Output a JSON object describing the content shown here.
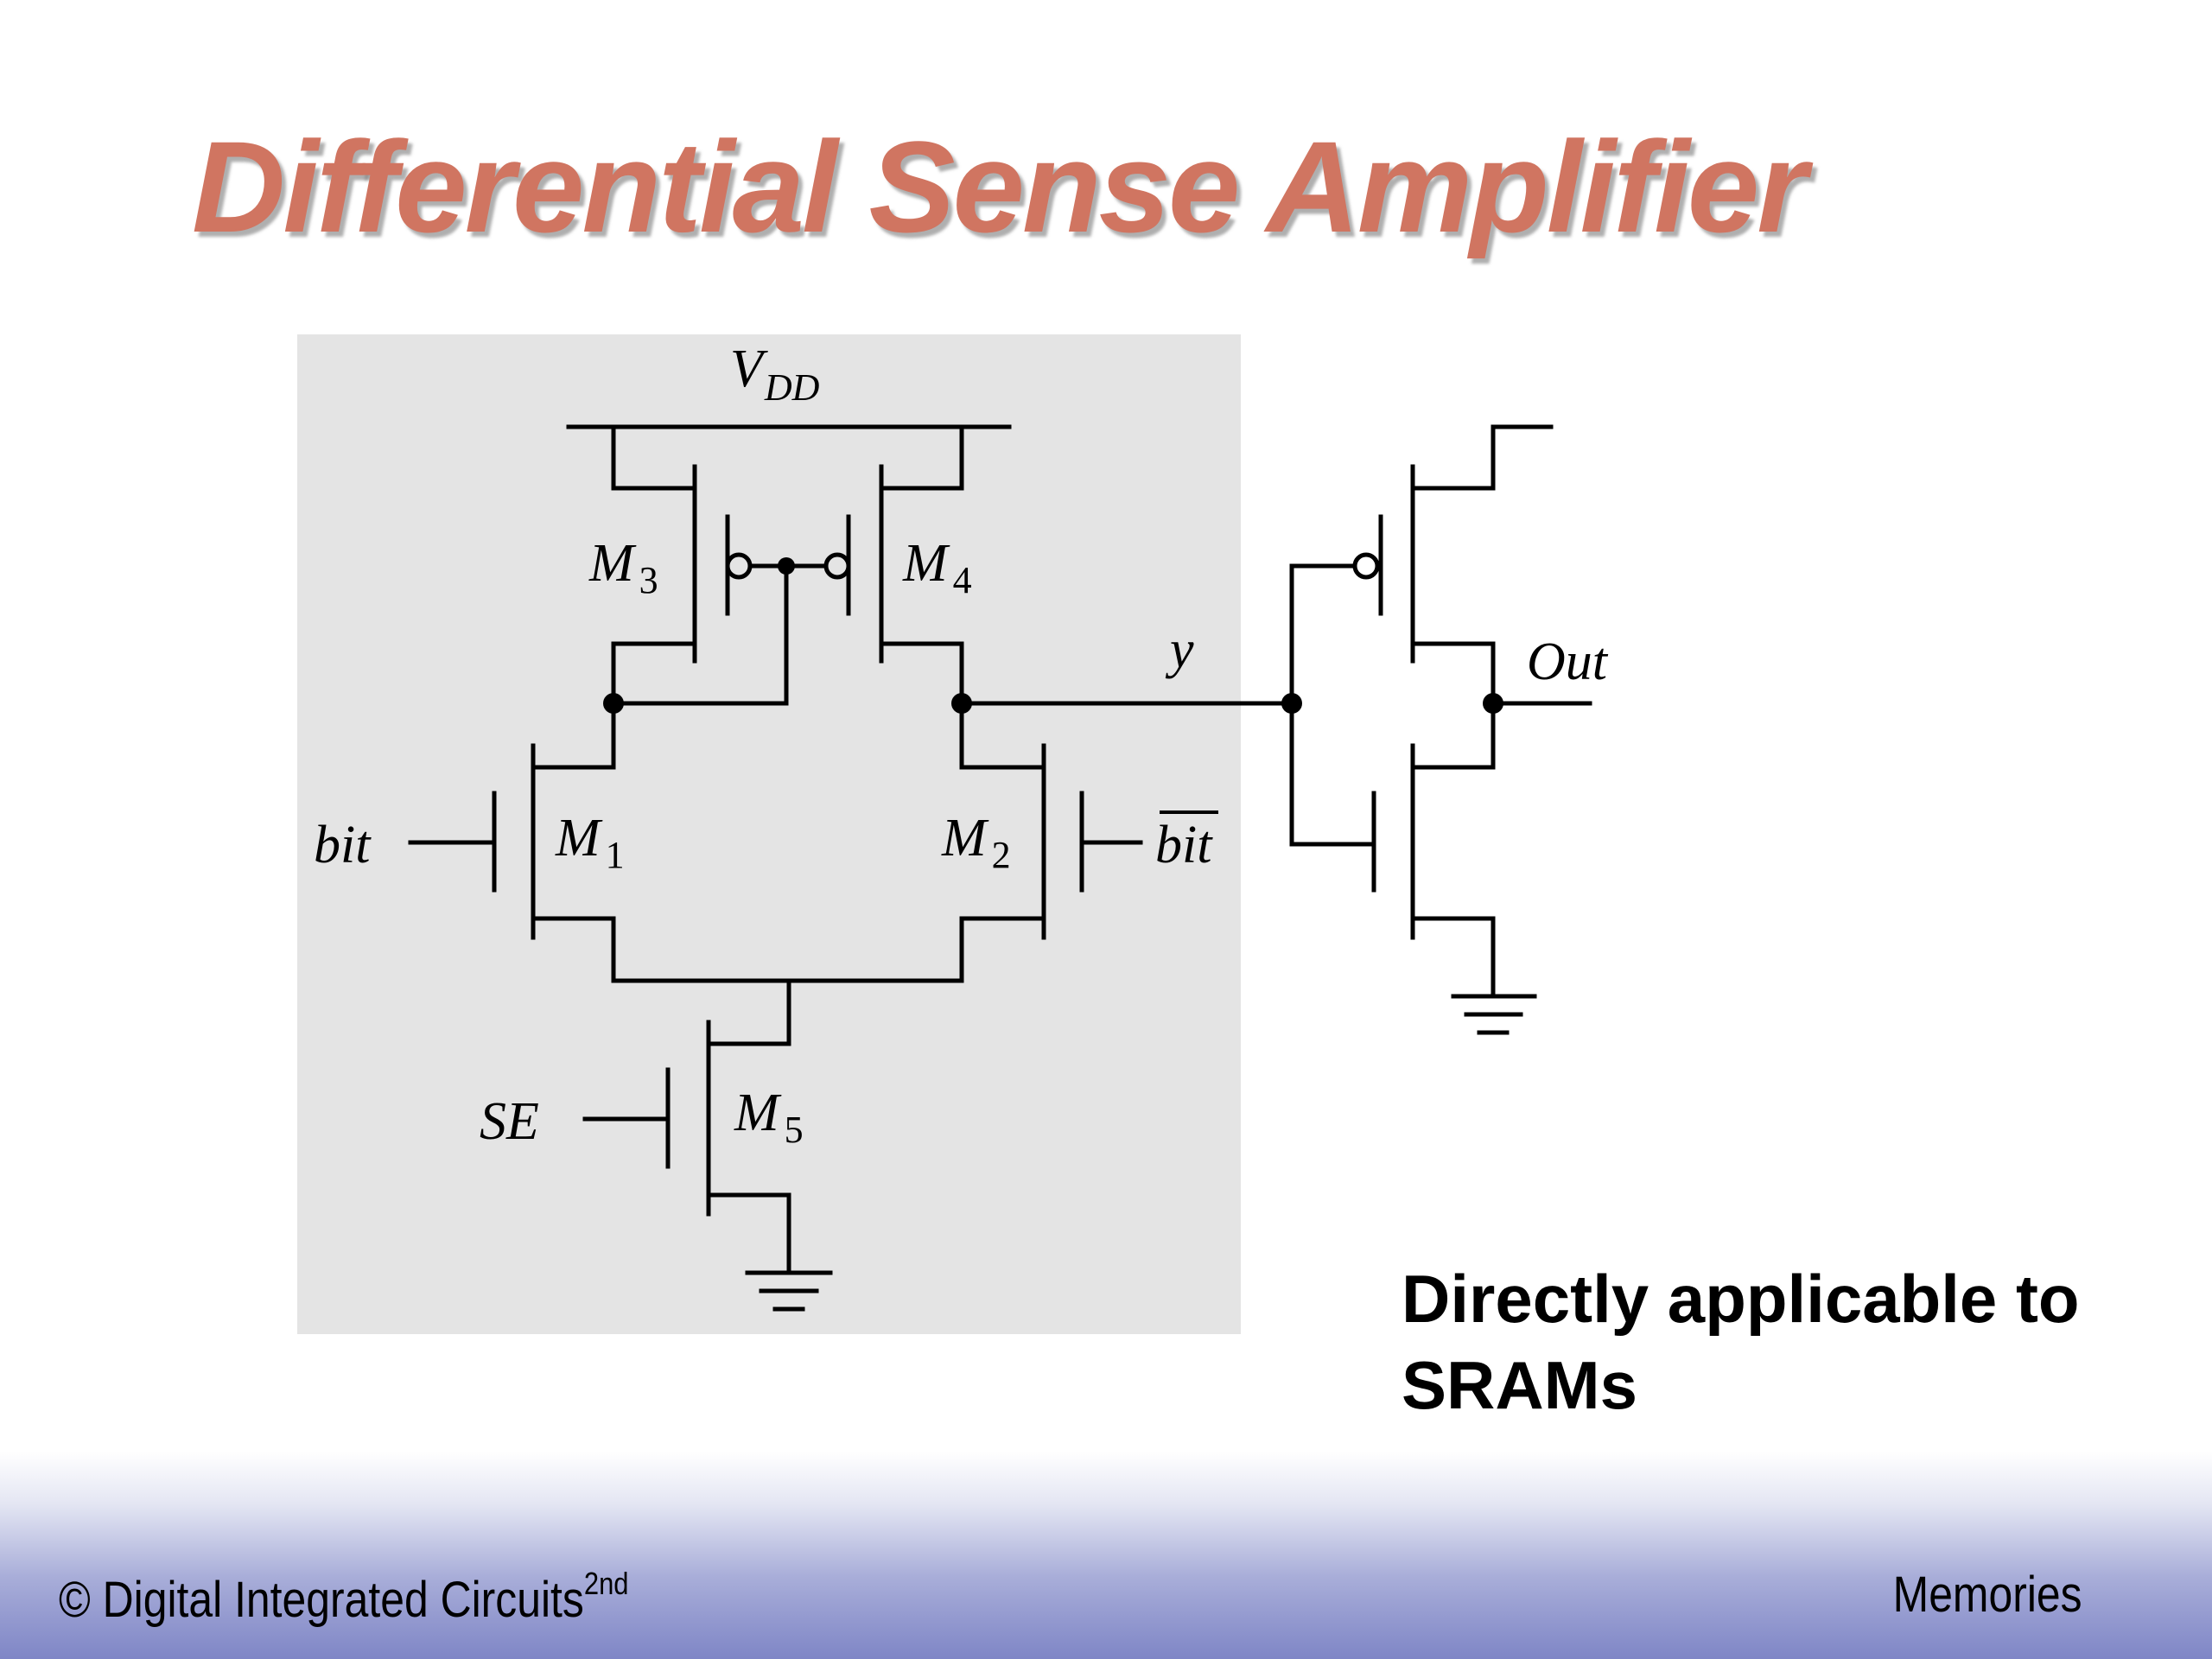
{
  "slide": {
    "title": "Differential Sense Amplifier",
    "note": "Directly applicable to SRAMs",
    "footer_left": "© Digital Integrated Circuits",
    "footer_left_sup": "2nd",
    "footer_right": "Memories"
  },
  "diagram": {
    "labels": {
      "vdd_main": "V",
      "vdd_sub": "DD",
      "m1_main": "M",
      "m1_sub": "1",
      "m2_main": "M",
      "m2_sub": "2",
      "m3_main": "M",
      "m3_sub": "3",
      "m4_main": "M",
      "m4_sub": "4",
      "m5_main": "M",
      "m5_sub": "5",
      "bit": "bit",
      "bit_bar": "bit",
      "se": "SE",
      "y": "y",
      "out": "Out"
    }
  },
  "colors": {
    "title": "#d07561",
    "circuit_background": "#e4e4e4",
    "footer_gradient_end": "#7f86c6"
  }
}
